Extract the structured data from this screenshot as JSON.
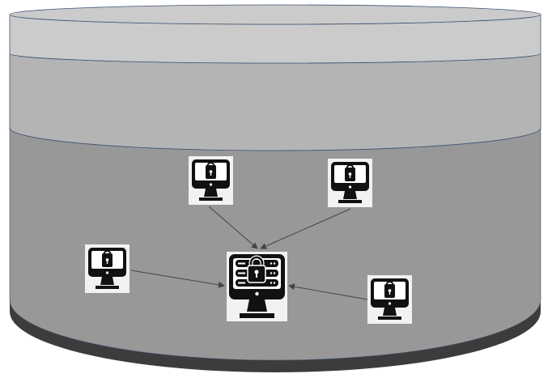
{
  "diagram": {
    "colors": {
      "top_layer": "#cbcbcb",
      "middle_layer": "#b4b4b4",
      "bottom_layer": "#989898",
      "base_band": "#3c3c3c",
      "outline": "#3f5572",
      "arrow": "#444444"
    },
    "nodes": [
      {
        "id": "client-1",
        "icon": "locked-monitor-icon"
      },
      {
        "id": "client-2",
        "icon": "locked-monitor-icon"
      },
      {
        "id": "client-3",
        "icon": "locked-monitor-icon"
      },
      {
        "id": "client-4",
        "icon": "locked-monitor-icon"
      },
      {
        "id": "server",
        "icon": "secure-server-monitor-icon"
      }
    ],
    "edges": [
      {
        "from": "client-1",
        "to": "server"
      },
      {
        "from": "client-2",
        "to": "server"
      },
      {
        "from": "client-3",
        "to": "server"
      },
      {
        "from": "client-4",
        "to": "server"
      }
    ]
  }
}
